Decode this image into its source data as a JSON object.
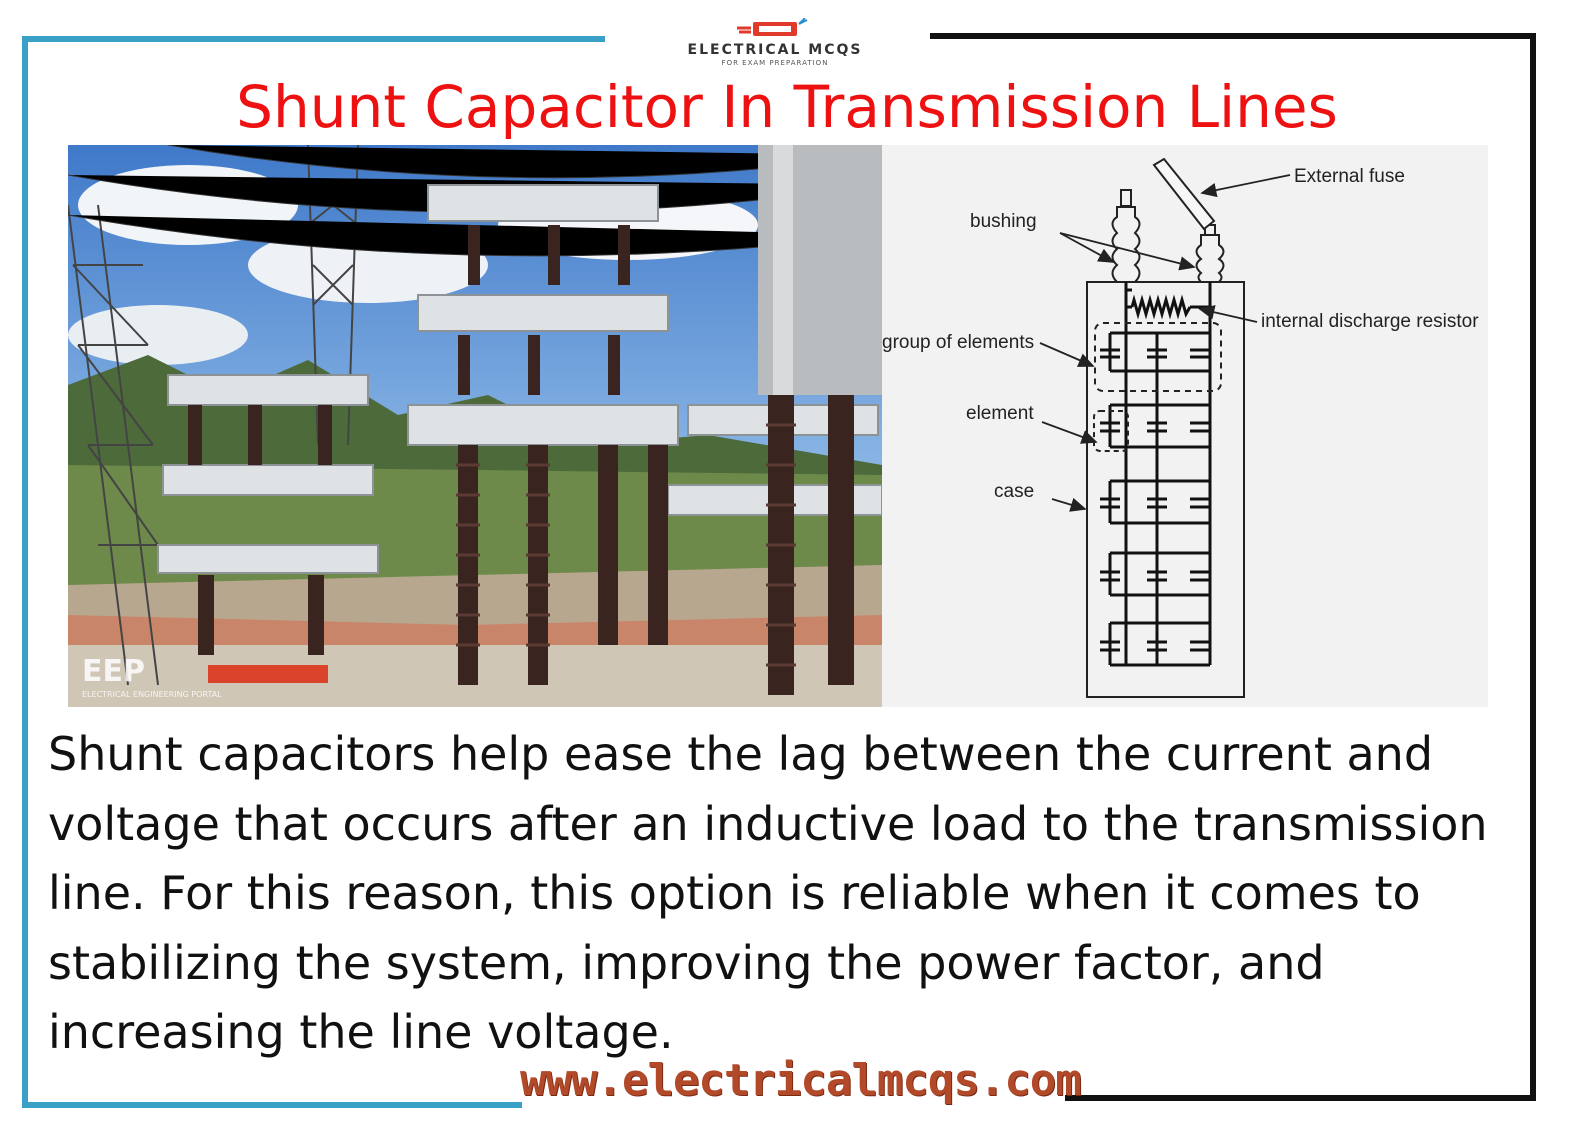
{
  "header": {
    "logo_name": "ELECTRICAL MCQS",
    "logo_tagline": "FOR EXAM PREPARATION",
    "title": "Shunt Capacitor In Transmission Lines"
  },
  "photo": {
    "watermark": "EEP",
    "watermark_sub": "ELECTRICAL ENGINEERING PORTAL"
  },
  "diagram": {
    "labels": {
      "external_fuse": "External fuse",
      "bushing": "bushing",
      "internal_discharge_resistor": "internal discharge resistor",
      "group_of_elements": "group of elements",
      "element": "element",
      "case": "case"
    }
  },
  "body": {
    "paragraph": "Shunt capacitors help ease the lag between the current and voltage that occurs after an inductive load to the transmission line. For this reason, this option is reliable when it comes to stabilizing the system, improving the power factor, and increasing the line voltage."
  },
  "footer": {
    "url": "www.electricalmcqs.com"
  },
  "colors": {
    "title": "#ee1111",
    "frame_left": "#3aa0c8",
    "frame_right": "#111111",
    "url": "#b24a2a"
  }
}
